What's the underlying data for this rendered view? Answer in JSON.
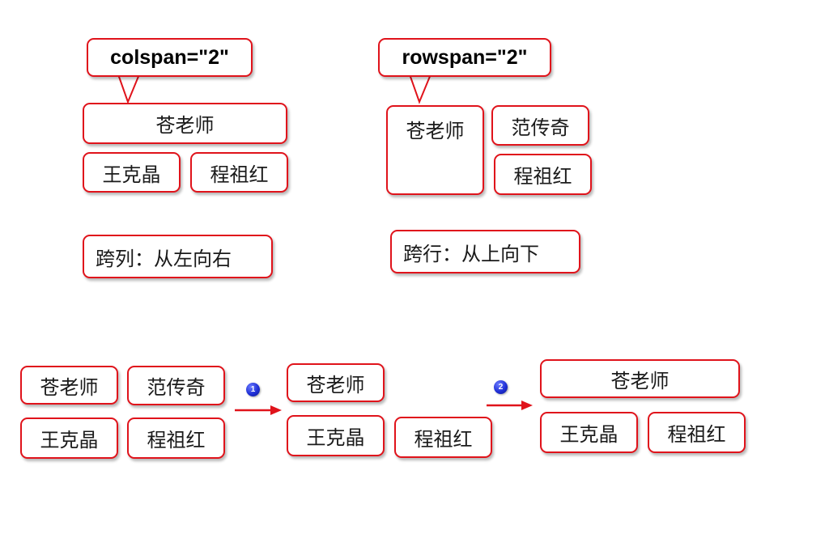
{
  "colspan_example": {
    "callout": "colspan=\"2\"",
    "merged_cell": "苍老师",
    "row2": [
      "王克晶",
      "程祖红"
    ],
    "note": "跨列：从左向右"
  },
  "rowspan_example": {
    "callout": "rowspan=\"2\"",
    "merged_cell": "苍老师",
    "right_cells": [
      "范传奇",
      "程祖红"
    ],
    "note": "跨行：从上向下"
  },
  "steps": {
    "original": [
      "苍老师",
      "范传奇",
      "王克晶",
      "程祖红"
    ],
    "step1_label": "1",
    "step1": [
      "苍老师",
      "王克晶",
      "程祖红"
    ],
    "step2_label": "2",
    "step2": [
      "苍老师",
      "王克晶",
      "程祖红"
    ]
  },
  "colors": {
    "border": "#e0131b",
    "arrow": "#e0131b",
    "badge": "#1f2fd6"
  }
}
